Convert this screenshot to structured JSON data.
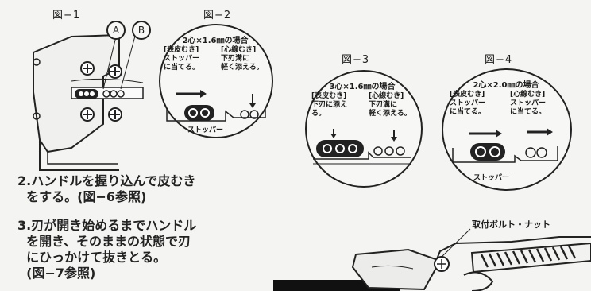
{
  "figures": {
    "fig1": {
      "title": "図−1",
      "label_a": "A",
      "label_b": "B"
    },
    "fig2": {
      "title": "図−2",
      "heading": "2心×1.6㎜の場合",
      "note_left": "[表皮むき]\nストッパー\nに当てる。",
      "note_right": "[心線むき]\n下刃溝に\n軽く添える。",
      "stopper": "ストッパー"
    },
    "fig3": {
      "title": "図−3",
      "heading": "3心×1.6㎜の場合",
      "note_left": "[表皮むき]\n下刃に添え\nる。",
      "note_right": "[心線むき]\n下刃溝に\n軽く添える。"
    },
    "fig4": {
      "title": "図−4",
      "heading": "2心×2.0㎜の場合",
      "note_left": "[表皮むき]\nストッパー\nに当てる。",
      "note_right": "[心線むき]\nストッパー\nに当てる。",
      "stopper": "ストッパー"
    }
  },
  "steps": {
    "step2": "2.ハンドルを握り込んで皮むき\n  をする。(図−6参照)",
    "step3": "3.刃が開き始めるまでハンドル\n  を開き、そのままの状態で刃\n  にひっかけて抜きとる。\n  (図−7参照)"
  },
  "bolt_label": "取付ボルト・ナット"
}
